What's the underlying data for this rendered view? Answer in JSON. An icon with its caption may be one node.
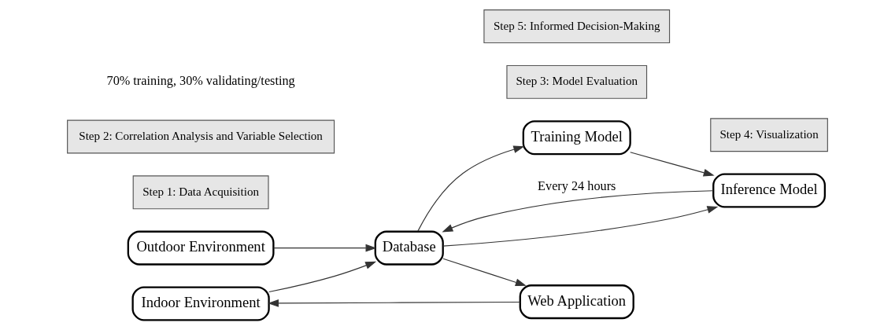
{
  "diagram": {
    "nodes": [
      {
        "text": [
          "Outdoor Environment"
        ]
      },
      {
        "text": [
          "Indoor Environment"
        ]
      },
      {
        "text": [
          "Database"
        ]
      },
      {
        "text": [
          "Web Application"
        ]
      },
      {
        "text": [
          "Training Model"
        ]
      },
      {
        "text": [
          "Inference Model"
        ]
      },
      {
        "text": [
          "Step 1: Data Acquisition"
        ]
      },
      {
        "text": [
          "Step 4: Visualization"
        ]
      },
      {
        "text": [
          "Step 2: Correlation Analysis and Variable Selection"
        ]
      },
      {
        "text": [
          "Step 3: Model Evaluation"
        ]
      },
      {
        "text": [
          "Step 5: Informed Decision-Making"
        ]
      }
    ],
    "edges": [
      {
        "from": 0,
        "to": 2,
        "arrow": "to"
      },
      {
        "from": 1,
        "to": 2,
        "arrow": "to"
      },
      {
        "from": 2,
        "to": 3,
        "arrow": "to"
      },
      {
        "from": 2,
        "to": 4,
        "arrow": "to"
      },
      {
        "from": 2,
        "to": 5,
        "arrow": "to"
      },
      {
        "from": 5,
        "to": 2,
        "arrow": "to",
        "label": "Every 24 hours"
      },
      {
        "from": 4,
        "to": 5,
        "arrow": "to"
      },
      {
        "from": 3,
        "to": 1,
        "arrow": "to"
      }
    ],
    "labels": [
      "70% training, 30% validating/testing"
    ]
  }
}
